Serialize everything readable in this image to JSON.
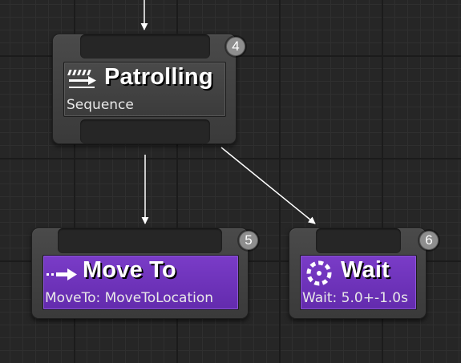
{
  "nodes": [
    {
      "id": "patrolling",
      "index": "4",
      "title": "Patrolling",
      "subtitle": "Sequence",
      "icon": "sequence-icon"
    },
    {
      "id": "move-to",
      "index": "5",
      "title": "Move To",
      "subtitle": "MoveTo: MoveToLocation",
      "icon": "move-to-arrow-icon"
    },
    {
      "id": "wait",
      "index": "6",
      "title": "Wait",
      "subtitle": "Wait: 5.0+-1.0s",
      "icon": "wait-clock-icon"
    }
  ],
  "colors": {
    "background": "#262626",
    "node_frame": "#3f3f3f",
    "composite_card": "#424242",
    "task_card": "#6b33b8",
    "badge": "#8e8e8e",
    "wire": "#ffffff"
  }
}
